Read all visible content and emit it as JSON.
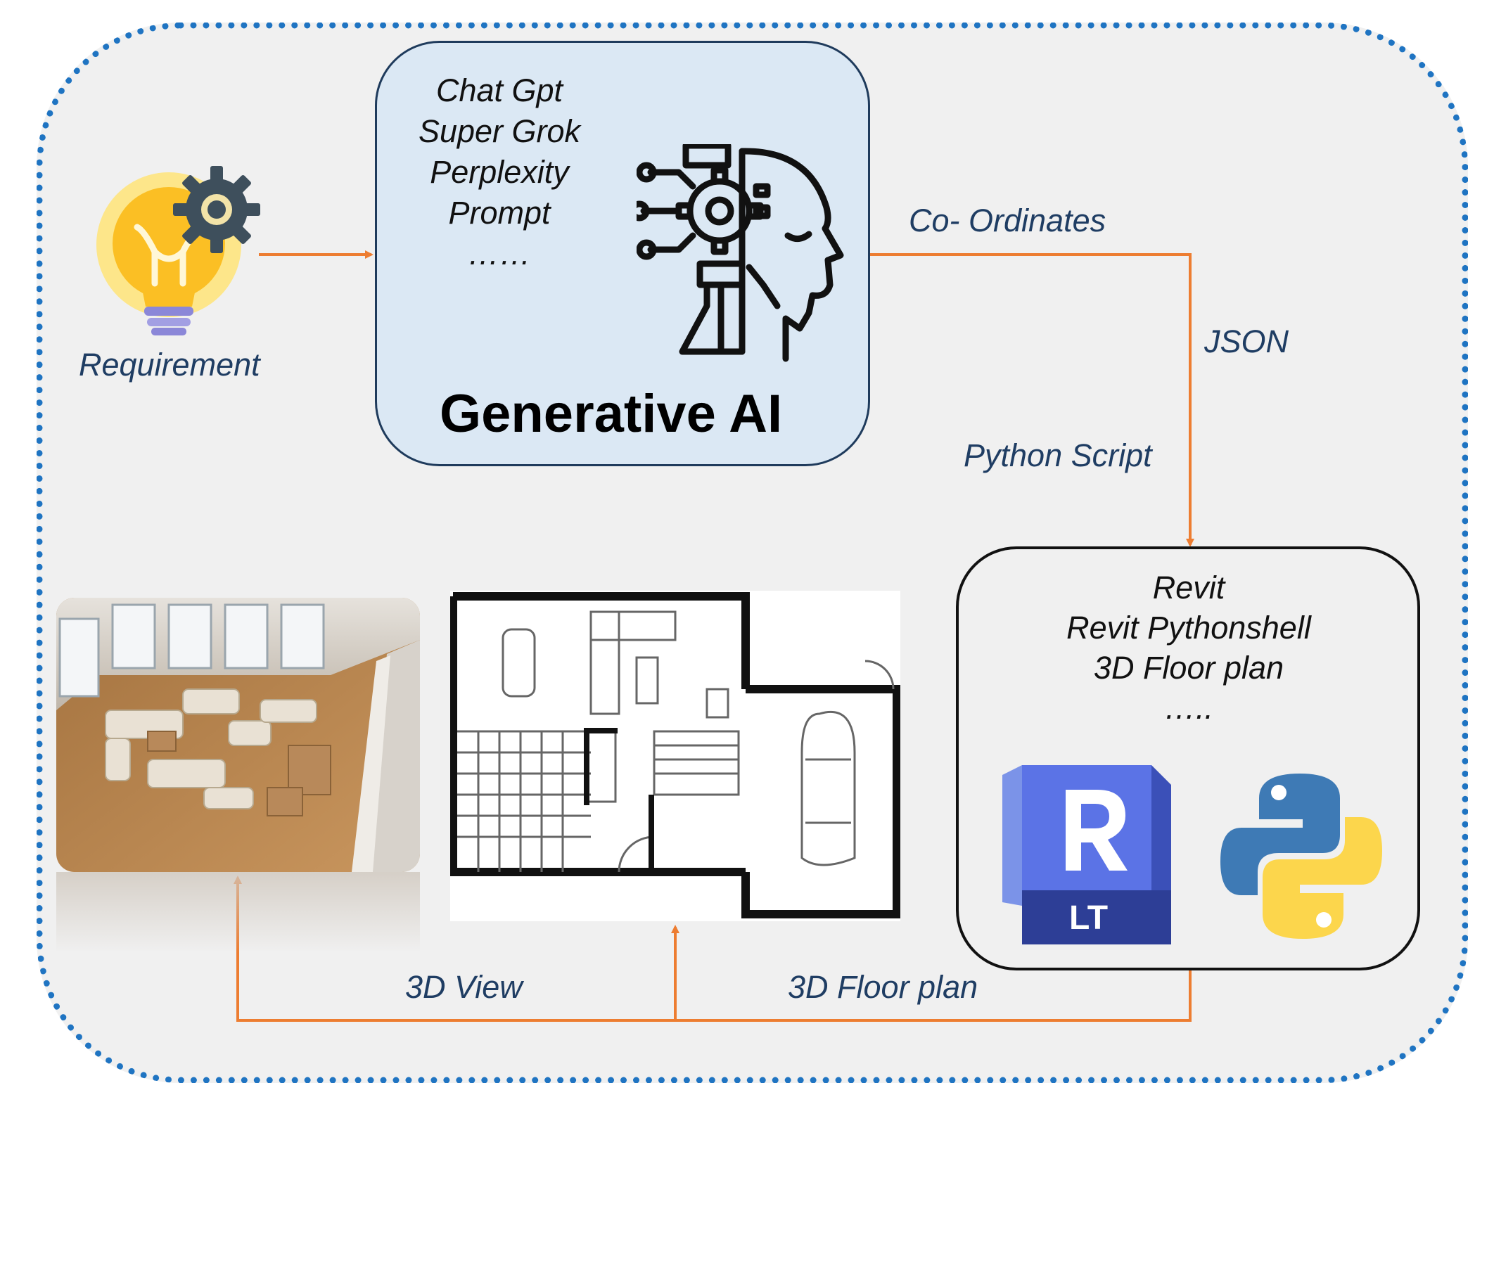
{
  "requirement_label": "Requirement",
  "generative_ai": {
    "title": "Generative AI",
    "tools": [
      "Chat Gpt",
      "Super Grok",
      "Perplexity",
      "Prompt",
      "……"
    ]
  },
  "edge_labels": {
    "coordinates": "Co- Ordinates",
    "json": "JSON",
    "python_script": "Python Script",
    "view_3d": "3D View",
    "floor_plan_3d": "3D Floor plan"
  },
  "revit_box": {
    "items": [
      "Revit",
      "Revit Pythonshell",
      "3D Floor plan",
      "….."
    ],
    "revit_logo_text": "LT"
  },
  "colors": {
    "panel_border": "#1f74c2",
    "panel_fill": "#f0f0f0",
    "genai_fill": "#dbe8f4",
    "arrow": "#ed7d31",
    "label_text": "#1f3d63"
  }
}
